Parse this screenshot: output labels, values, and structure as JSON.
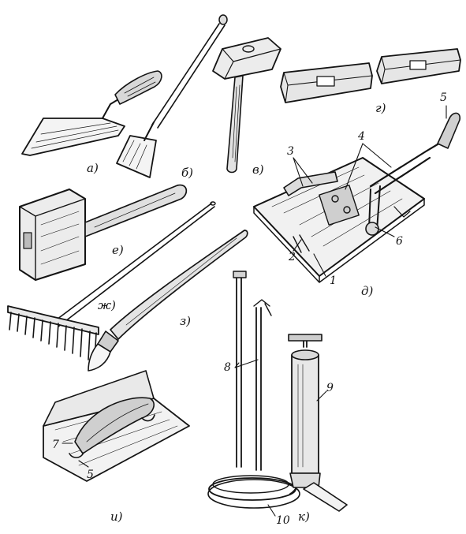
{
  "figure": {
    "captions": {
      "a": "а)",
      "b": "б)",
      "v": "в)",
      "g": "г)",
      "d": "д)",
      "e": "е)",
      "zh": "ж)",
      "z": "з)",
      "i": "и)",
      "k": "к)"
    },
    "callouts": {
      "n1": "1",
      "n2": "2",
      "n3": "3",
      "n4": "4",
      "n5_top": "5",
      "n6": "6",
      "n7": "7",
      "n5_bottom": "5",
      "n8": "8",
      "n9": "9",
      "n10": "10"
    }
  }
}
